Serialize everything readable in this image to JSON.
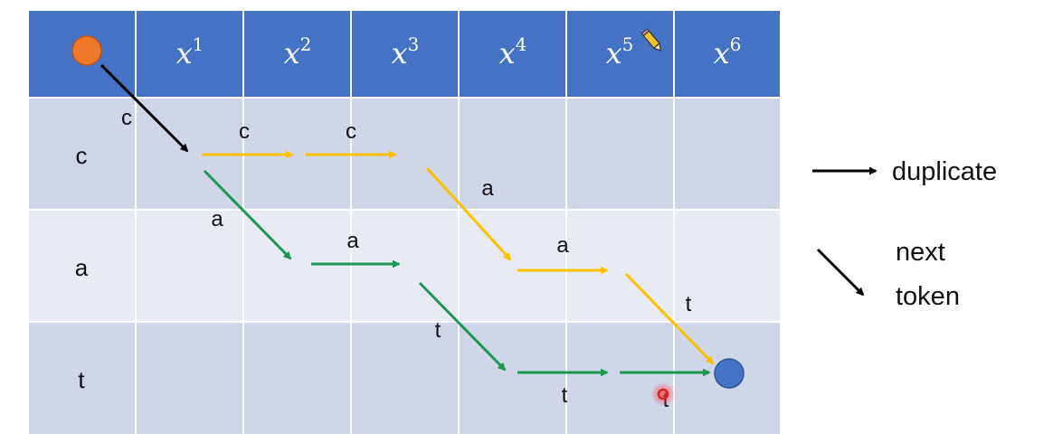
{
  "grid": {
    "header_bg": "#4472c4",
    "row_colors": [
      "#cfd6e8",
      "#e8ebf4",
      "#cfd6e8"
    ],
    "line_color": "#ffffff"
  },
  "columns": [
    {
      "base": "x",
      "sup": "1"
    },
    {
      "base": "x",
      "sup": "2"
    },
    {
      "base": "x",
      "sup": "3"
    },
    {
      "base": "x",
      "sup": "4"
    },
    {
      "base": "x",
      "sup": "5"
    },
    {
      "base": "x",
      "sup": "6"
    }
  ],
  "rows": [
    "c",
    "a",
    "t"
  ],
  "start_node": {
    "color": "#f07a2a"
  },
  "end_node": {
    "color": "#4472c4"
  },
  "paths": {
    "black": {
      "color": "#000000",
      "edges": [
        {
          "type": "next",
          "label": "c"
        }
      ]
    },
    "orange": {
      "color": "#ffc000",
      "edges": [
        {
          "type": "duplicate",
          "label": "c"
        },
        {
          "type": "duplicate",
          "label": "c"
        },
        {
          "type": "next",
          "label": "a"
        },
        {
          "type": "duplicate",
          "label": "a"
        },
        {
          "type": "next",
          "label": "t"
        }
      ]
    },
    "green": {
      "color": "#1a9850",
      "edges": [
        {
          "type": "next",
          "label": "a"
        },
        {
          "type": "duplicate",
          "label": "a"
        },
        {
          "type": "next",
          "label": "t"
        },
        {
          "type": "duplicate",
          "label": "t"
        },
        {
          "type": "duplicate",
          "label": "t"
        }
      ]
    }
  },
  "legend": {
    "duplicate_label": "duplicate",
    "next_label_line1": "next",
    "next_label_line2": "token"
  },
  "icons": [
    "pencil-icon",
    "cursor-highlight-icon"
  ]
}
